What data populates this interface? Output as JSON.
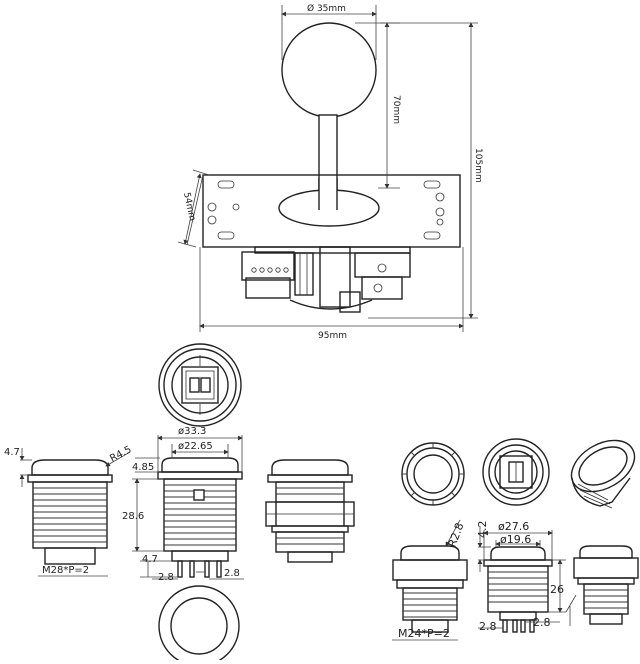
{
  "joystick": {
    "dim_ball_diameter": "Ø 35mm",
    "dim_shaft_height": "70mm",
    "dim_total_height": "105mm",
    "dim_plate_depth": "54mm",
    "dim_plate_width": "95mm"
  },
  "button_large": {
    "dim_bezel_diameter": "ø33.3",
    "dim_body_diameter": "ø22.65",
    "dim_radius": "R4.5",
    "dim_top_thickness": "4.7",
    "dim_cap_height": "4.85",
    "dim_body_height": "28.6",
    "dim_terminal_offset": "4.7",
    "dim_terminal_gap_left": "2.8",
    "dim_terminal_gap_right": "2.8",
    "dim_thread": "M28*P=2"
  },
  "button_small": {
    "dim_radius": "R2.8",
    "dim_top_thickness": "4.2",
    "dim_bezel_diameter": "ø27.6",
    "dim_body_diameter": "ø19.6",
    "dim_body_height": "26",
    "dim_terminal_gap_left": "2.8",
    "dim_terminal_gap_right": "2.8",
    "dim_thread": "M24*P=2"
  }
}
